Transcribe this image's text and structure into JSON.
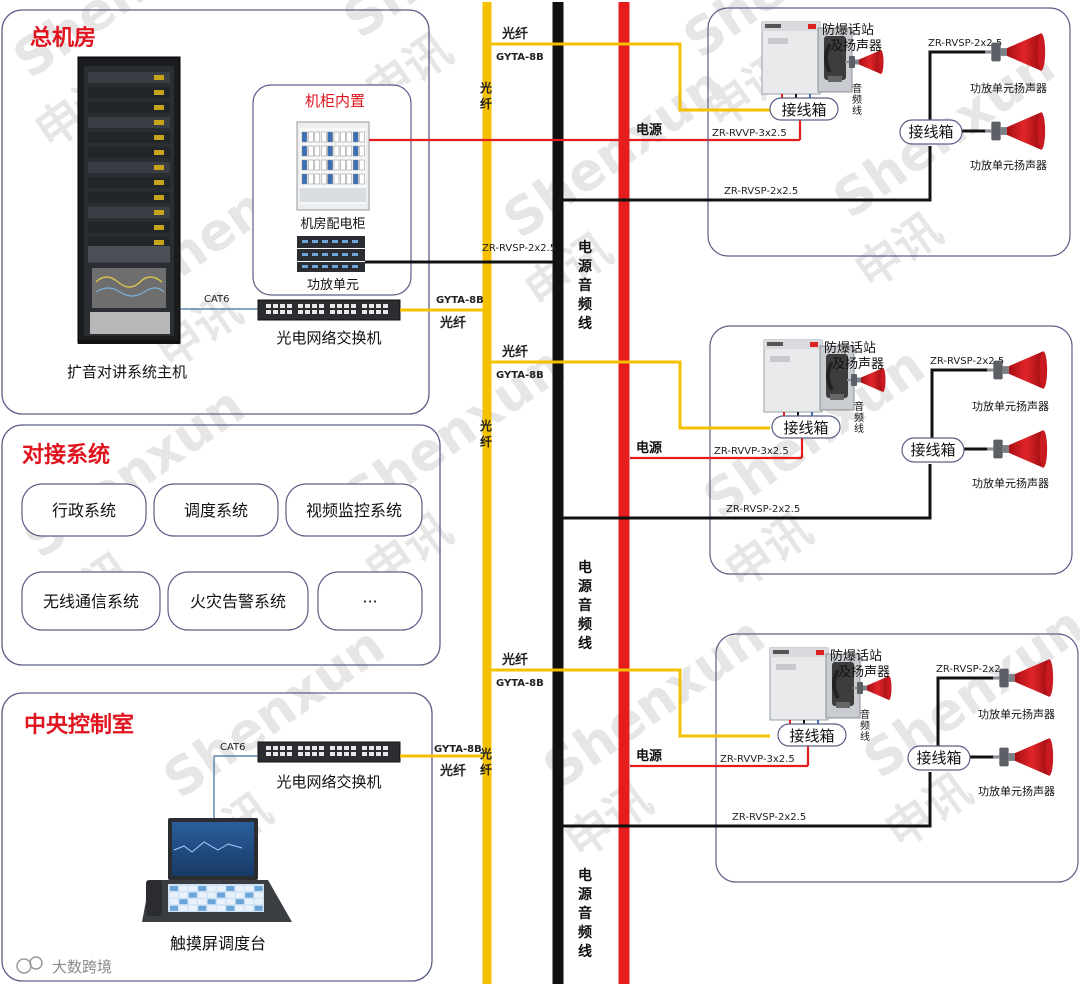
{
  "colors": {
    "fiber": "#f5c000",
    "power": "#e41e1e",
    "audio": "#111111",
    "section_title": "#e0141e",
    "panel_border": "#5a5f86",
    "cat6": "#3f6e99",
    "watermark": "#e4e4e4"
  },
  "sections": {
    "machine_room": {
      "title": "总机房"
    },
    "cabinet_inner": {
      "title": "机柜内置"
    },
    "docking": {
      "title": "对接系统"
    },
    "control_room": {
      "title": "中央控制室"
    }
  },
  "devices": {
    "host": "扩音对讲系统主机",
    "power_cabinet": "机房配电柜",
    "amp_unit": "功放单元",
    "switch_1": "光电网络交换机",
    "switch_2": "光电网络交换机",
    "touch_console": "触摸屏调度台"
  },
  "docking_systems": [
    "行政系统",
    "调度系统",
    "视频监控系统",
    "无线通信系统",
    "火灾告警系统",
    "···"
  ],
  "cable_labels": {
    "cat6": "CAT6",
    "gyta": "GYTA-8B",
    "fiber": "光纤",
    "fiber_vertical": "光纤",
    "rvsp_amp": "ZR-RVSP-2x2.5",
    "power": "电源",
    "trunk": "电源音频线"
  },
  "stations": [
    {
      "phone": "防爆话站及扬声器",
      "audio_wire": "音频线",
      "junction": "接线箱",
      "junction2": "接线箱",
      "rvvp": "ZR-RVVP-3x2.5",
      "rvsp_main": "ZR-RVSP-2x2.5",
      "rvsp_spk": "ZR-RVSP-2x2.5",
      "speaker1": "功放单元扬声器",
      "speaker2": "功放单元扬声器"
    },
    {
      "phone": "防爆话站及扬声器",
      "audio_wire": "音频线",
      "junction": "接线箱",
      "junction2": "接线箱",
      "rvvp": "ZR-RVVP-3x2.5",
      "rvsp_main": "ZR-RVSP-2x2.5",
      "rvsp_spk": "ZR-RVSP-2x2.5",
      "speaker1": "功放单元扬声器",
      "speaker2": "功放单元扬声器"
    },
    {
      "phone": "防爆话站及扬声器",
      "audio_wire": "音频线",
      "junction": "接线箱",
      "junction2": "接线箱",
      "rvvp": "ZR-RVVP-3x2.5",
      "rvsp_main": "ZR-RVSP-2x2.5",
      "rvsp_spk": "ZR-RVSP-2x2",
      "speaker1": "功放单元扬声器",
      "speaker2": "功放单元扬声器"
    }
  ],
  "watermark": {
    "brand_en": "Shenxun",
    "brand_cn": "申讯",
    "credit": "大数跨境"
  }
}
